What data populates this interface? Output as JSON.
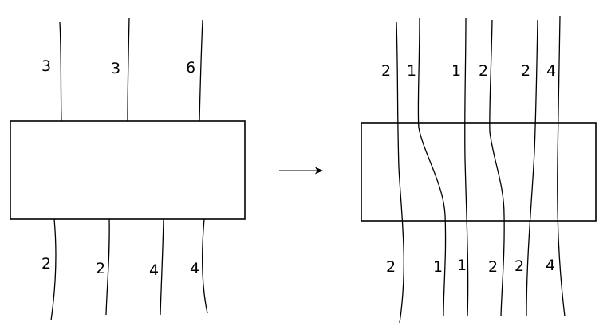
{
  "left": {
    "top_labels": [
      "3",
      "3",
      "6"
    ],
    "bottom_labels": [
      "2",
      "2",
      "4",
      "4"
    ]
  },
  "right": {
    "top_labels": [
      "2",
      "1",
      "1",
      "2",
      "2",
      "4"
    ],
    "bottom_labels": [
      "2",
      "1",
      "1",
      "2",
      "2",
      "4"
    ]
  },
  "colors": {
    "stroke": "#000000",
    "background": "#ffffff"
  }
}
